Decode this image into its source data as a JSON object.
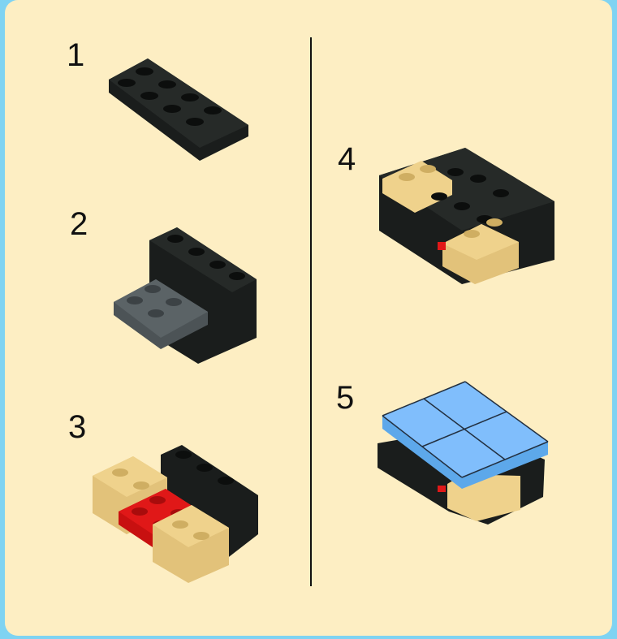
{
  "steps": [
    {
      "number": "1"
    },
    {
      "number": "2"
    },
    {
      "number": "3"
    },
    {
      "number": "4"
    },
    {
      "number": "5"
    }
  ],
  "colors": {
    "background": "#fdeec3",
    "frame": "#7fd3f2",
    "black_brick": "#1a1d1c",
    "gray_plate": "#5b6366",
    "red_plate": "#e01818",
    "tan_brick": "#efd28c",
    "blue_tile": "#80befc"
  }
}
